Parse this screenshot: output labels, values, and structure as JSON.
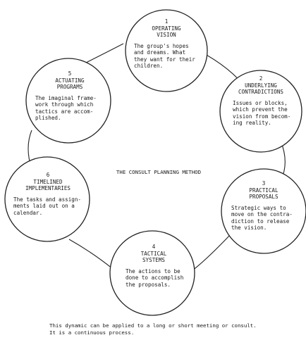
{
  "center_title": "THE CONSULT PLANNING METHOD",
  "nodes": [
    {
      "number": "1",
      "title_lines": [
        "OPERATING",
        "VISION"
      ],
      "description_lines": [
        "The group's hopes",
        "and dreams. What",
        "they want for their",
        "children."
      ]
    },
    {
      "number": "2",
      "title_lines": [
        "UNDERLYING",
        "CONTRADICTIONS"
      ],
      "description_lines": [
        "Issues or blocks,",
        "which prevent the",
        "vision from becom-",
        "ing reality."
      ]
    },
    {
      "number": "3",
      "title_lines": [
        "PRACTICAL",
        "PROPOSALS"
      ],
      "description_lines": [
        "Strategic ways to",
        "move on the contra-",
        "diction to release",
        "the vision."
      ]
    },
    {
      "number": "4",
      "title_lines": [
        "TACTICAL",
        "SYSTEMS"
      ],
      "description_lines": [
        "The actions to be",
        "done to accomplish",
        "the proposals."
      ]
    },
    {
      "number": "6",
      "title_lines": [
        "TIMELINED",
        "IMPLEMENTARIES"
      ],
      "description_lines": [
        "The tasks and assign-",
        "ments laid out on a",
        "calendar."
      ]
    },
    {
      "number": "5",
      "title_lines": [
        "ACTUATING",
        "PROGRAMS"
      ],
      "description_lines": [
        "The imaginal frame-",
        "work through which",
        "tactics are accom-",
        "plished."
      ]
    }
  ],
  "footnote_lines": [
    "This dynamic can be applied to a long or short meeting or consult.",
    "It is a continuous process."
  ]
}
